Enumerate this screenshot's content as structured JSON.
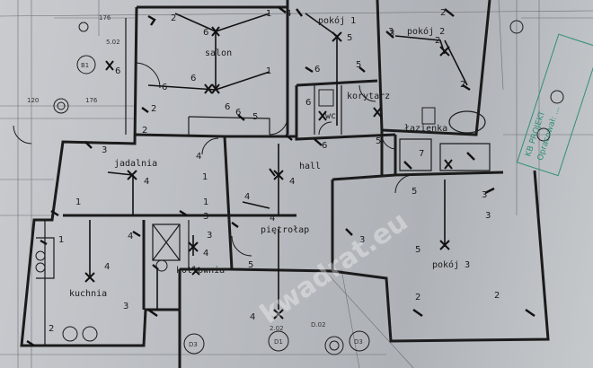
{
  "rooms": {
    "salon": "salon",
    "pokoj1": "pokój 1",
    "pokoj2": "pokój 2",
    "korytarz": "korytarz",
    "wc": "wc",
    "lazienka": "łazienka",
    "jadalnia": "jadalnia",
    "hall": "hall",
    "pietrolap": "piętrołap",
    "kotlownia": "kotłownia",
    "kuchnia": "kuchnia",
    "pokoj3": "pokój 3"
  },
  "fixture_numbers": [
    {
      "id": "n1",
      "text": "2"
    },
    {
      "id": "n2",
      "text": "6"
    },
    {
      "id": "n3",
      "text": "1"
    },
    {
      "id": "n4",
      "text": "4"
    },
    {
      "id": "n5",
      "text": "5"
    },
    {
      "id": "n6",
      "text": "3"
    },
    {
      "id": "n7",
      "text": "2"
    },
    {
      "id": "n8",
      "text": "2"
    },
    {
      "id": "n9",
      "text": "3"
    },
    {
      "id": "n10",
      "text": "6"
    },
    {
      "id": "n11",
      "text": "6"
    },
    {
      "id": "n12",
      "text": "2"
    },
    {
      "id": "n13",
      "text": "6"
    },
    {
      "id": "n14",
      "text": "1"
    },
    {
      "id": "n15",
      "text": "6"
    },
    {
      "id": "n16",
      "text": "5"
    },
    {
      "id": "n17",
      "text": "2"
    },
    {
      "id": "n18",
      "text": "6"
    },
    {
      "id": "n19",
      "text": "6"
    },
    {
      "id": "n20",
      "text": "5"
    },
    {
      "id": "n21",
      "text": "3"
    },
    {
      "id": "n22",
      "text": "4"
    },
    {
      "id": "n23",
      "text": "1"
    },
    {
      "id": "n24",
      "text": "4"
    },
    {
      "id": "n25",
      "text": "1"
    },
    {
      "id": "n26",
      "text": "4"
    },
    {
      "id": "n27",
      "text": "6"
    },
    {
      "id": "n28",
      "text": "4"
    },
    {
      "id": "n29",
      "text": "4"
    },
    {
      "id": "n30",
      "text": "5"
    },
    {
      "id": "n31",
      "text": "7"
    },
    {
      "id": "n32",
      "text": "5"
    },
    {
      "id": "n33",
      "text": "3"
    },
    {
      "id": "n34",
      "text": "4"
    },
    {
      "id": "n35",
      "text": "3"
    },
    {
      "id": "n36",
      "text": "4"
    },
    {
      "id": "n37",
      "text": "3"
    },
    {
      "id": "n38",
      "text": "3"
    },
    {
      "id": "n39",
      "text": "5"
    },
    {
      "id": "n40",
      "text": "4"
    },
    {
      "id": "n41",
      "text": "2"
    },
    {
      "id": "n42",
      "text": "2"
    },
    {
      "id": "n43",
      "text": "3"
    },
    {
      "id": "n44",
      "text": "1"
    },
    {
      "id": "n45",
      "text": "2"
    },
    {
      "id": "n46",
      "text": "4"
    },
    {
      "id": "n47",
      "text": "5"
    },
    {
      "id": "n48",
      "text": "6"
    },
    {
      "id": "n49",
      "text": "1"
    },
    {
      "id": "n50",
      "text": "3"
    },
    {
      "id": "n51",
      "text": "2"
    }
  ],
  "small_labels": [
    "176",
    "5.02",
    "120",
    "176",
    "2.02",
    "D.02"
  ],
  "circle_labels": [
    "B1",
    "D3",
    "D1",
    "D3"
  ],
  "watermark": "kwadrat.eu",
  "stamp_lines": [
    "KB PROJEKT",
    "Opracował: …"
  ],
  "colors": {
    "line": "#1b1b1b",
    "paper": "#c4c7cb",
    "stamp": "#2f8f7a"
  }
}
